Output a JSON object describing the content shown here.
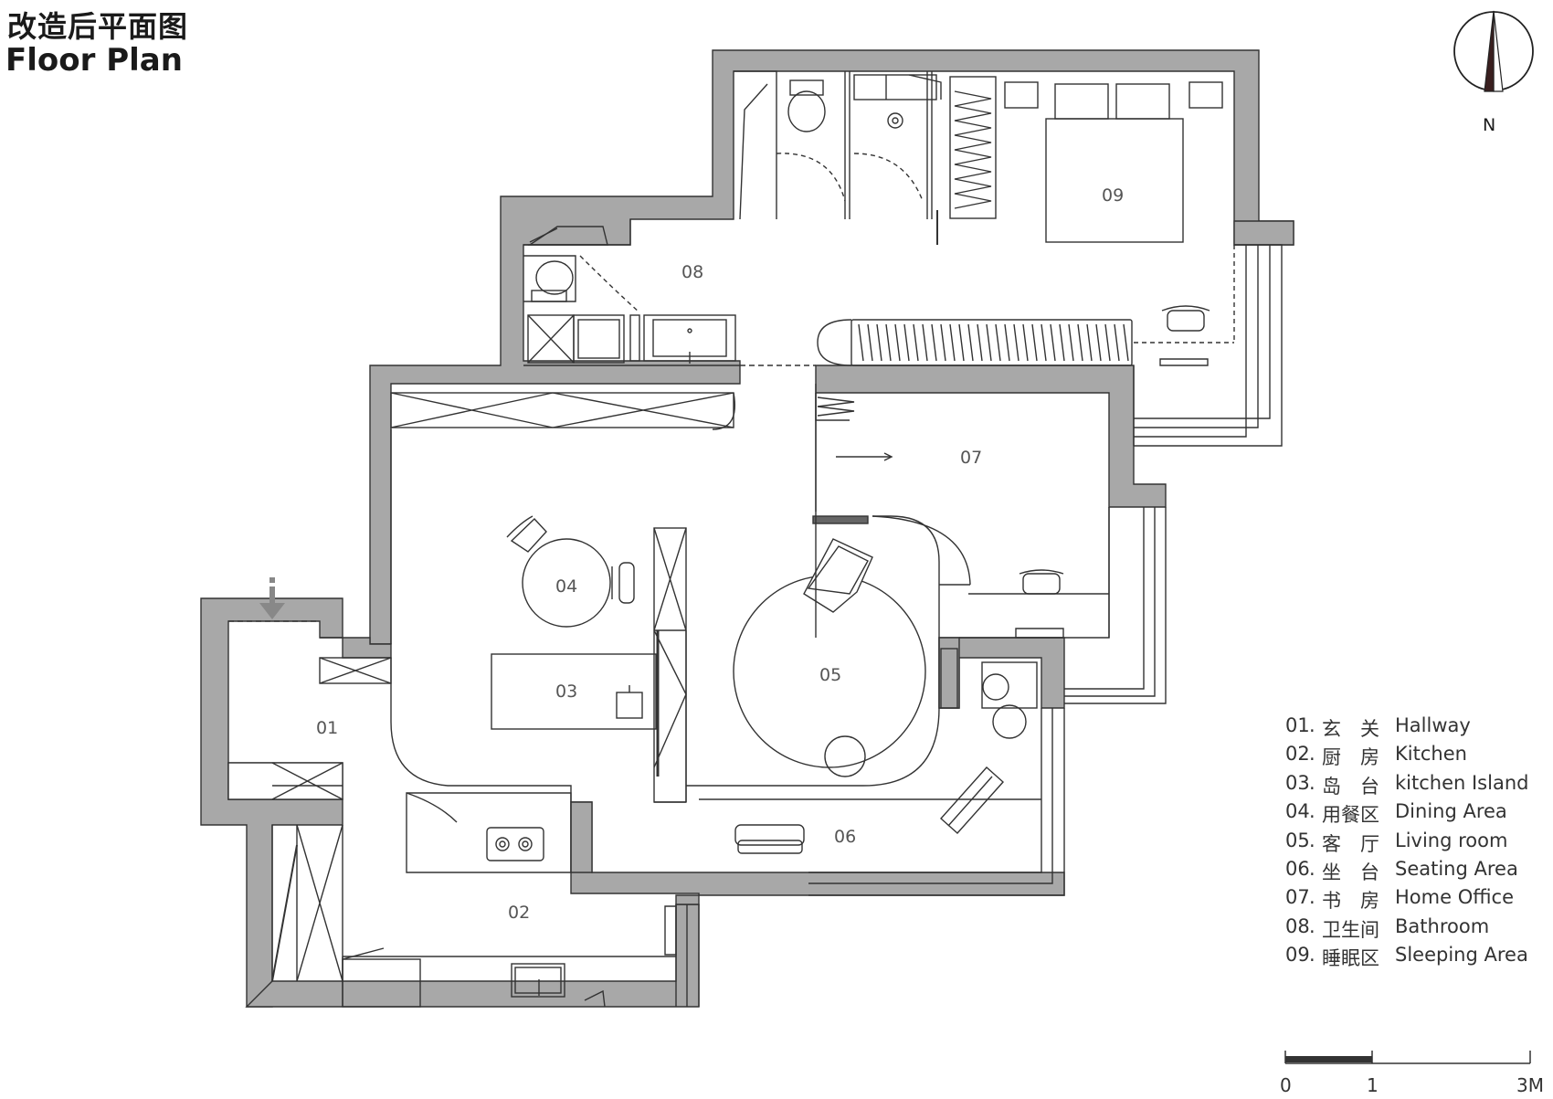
{
  "title": {
    "zh": "改造后平面图",
    "en": "Floor Plan"
  },
  "north": {
    "label": "N"
  },
  "rooms": [
    {
      "num": "01",
      "zh": "玄　关",
      "en": "Hallway"
    },
    {
      "num": "02",
      "zh": "厨　房",
      "en": "Kitchen"
    },
    {
      "num": "03",
      "zh": "岛　台",
      "en": "kitchen Island"
    },
    {
      "num": "04",
      "zh": "用餐区",
      "en": "Dining Area"
    },
    {
      "num": "05",
      "zh": "客　厅",
      "en": "Living room"
    },
    {
      "num": "06",
      "zh": "坐　台",
      "en": "Seating Area"
    },
    {
      "num": "07",
      "zh": "书　房",
      "en": "Home Office"
    },
    {
      "num": "08",
      "zh": "卫生间",
      "en": "Bathroom"
    },
    {
      "num": "09",
      "zh": "睡眠区",
      "en": "Sleeping Area"
    }
  ],
  "scale": {
    "labels": [
      "0",
      "1",
      "3M"
    ]
  },
  "colors": {
    "wall": "#a8a8a8",
    "line": "#333333",
    "text": "#1a1a1a",
    "label": "#555555"
  }
}
